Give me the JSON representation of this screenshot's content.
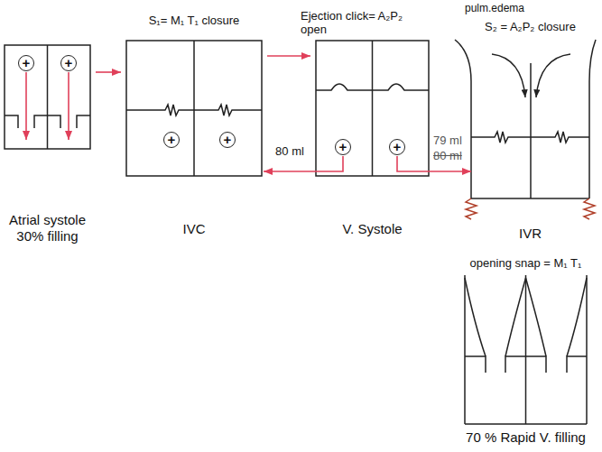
{
  "diagram": {
    "nodes": [
      {
        "text": [
          "Atrial systole 30% filling"
        ]
      },
      {
        "text": [
          "S₁= M₁ T₁ closure",
          "IVC"
        ]
      },
      {
        "text": [
          "Ejection click= A₂P₂ open",
          "V. Systole"
        ]
      },
      {
        "text": [
          "S₂ = A₂P₂ closure",
          "IVR"
        ]
      },
      {
        "text": [
          "opening snap = M₁ T₁",
          "70 % Rapid V. filling"
        ]
      }
    ],
    "edges": [
      {
        "from": 0,
        "to": 1,
        "arrow": "to"
      },
      {
        "from": 1,
        "to": 2,
        "arrow": "to"
      },
      {
        "from": 2,
        "to": 1,
        "label": "80 ml",
        "arrow": "to"
      },
      {
        "from": 2,
        "to": 3,
        "arrow": "to"
      }
    ],
    "labels": [
      "pulm.edema",
      "+",
      "+",
      "+",
      "+",
      "+",
      "+",
      "79 ml",
      "80 ml"
    ]
  }
}
